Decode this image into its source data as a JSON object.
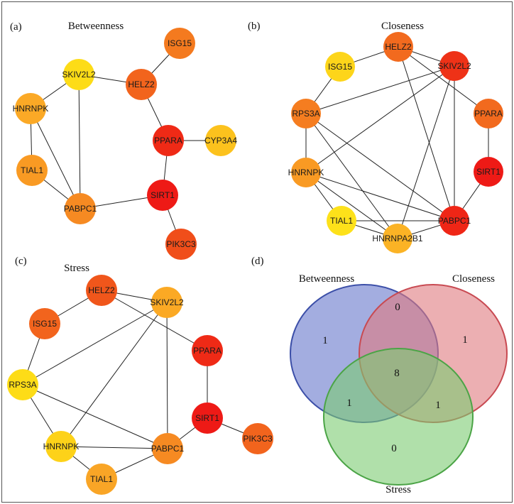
{
  "panels": [
    {
      "label": "(a)",
      "title": "Betweenness",
      "nodes": [
        {
          "id": "ISG15",
          "color": "#f47a1f"
        },
        {
          "id": "SKIV2L2",
          "color": "#fddc17"
        },
        {
          "id": "HELZ2",
          "color": "#f2641d"
        },
        {
          "id": "HNRNPK",
          "color": "#fba926"
        },
        {
          "id": "PPARA",
          "color": "#ef2a16"
        },
        {
          "id": "CYP3A4",
          "color": "#fcc21d"
        },
        {
          "id": "TIAL1",
          "color": "#f99a23"
        },
        {
          "id": "SIRT1",
          "color": "#ee1a16"
        },
        {
          "id": "PABPC1",
          "color": "#f68a22"
        },
        {
          "id": "PIK3C3",
          "color": "#f04e1a"
        }
      ],
      "edges": [
        [
          "ISG15",
          "HELZ2"
        ],
        [
          "SKIV2L2",
          "HELZ2"
        ],
        [
          "HELZ2",
          "PPARA"
        ],
        [
          "PPARA",
          "CYP3A4"
        ],
        [
          "PPARA",
          "SIRT1"
        ],
        [
          "SIRT1",
          "PABPC1"
        ],
        [
          "SIRT1",
          "PIK3C3"
        ],
        [
          "SKIV2L2",
          "HNRNPK"
        ],
        [
          "SKIV2L2",
          "PABPC1"
        ],
        [
          "HNRNPK",
          "TIAL1"
        ],
        [
          "HNRNPK",
          "PABPC1"
        ],
        [
          "TIAL1",
          "PABPC1"
        ]
      ]
    },
    {
      "label": "(b)",
      "title": "Closeness",
      "nodes": [
        {
          "id": "HELZ2",
          "color": "#f26a1e"
        },
        {
          "id": "SKIV2L2",
          "color": "#ee3217"
        },
        {
          "id": "ISG15",
          "color": "#fdd51a"
        },
        {
          "id": "PPARA",
          "color": "#f26a1e"
        },
        {
          "id": "RPS3A",
          "color": "#f57d20"
        },
        {
          "id": "SIRT1",
          "color": "#ee1a16"
        },
        {
          "id": "HNRNPK",
          "color": "#f99a23"
        },
        {
          "id": "TIAL1",
          "color": "#fde11a"
        },
        {
          "id": "PABPC1",
          "color": "#ef2616"
        },
        {
          "id": "HNRNPA2B1",
          "color": "#fbb325"
        }
      ],
      "edges": [
        [
          "ISG15",
          "HELZ2"
        ],
        [
          "ISG15",
          "RPS3A"
        ],
        [
          "HELZ2",
          "SKIV2L2"
        ],
        [
          "HELZ2",
          "PPARA"
        ],
        [
          "HELZ2",
          "PABPC1"
        ],
        [
          "SKIV2L2",
          "RPS3A"
        ],
        [
          "SKIV2L2",
          "HNRNPK"
        ],
        [
          "SKIV2L2",
          "PABPC1"
        ],
        [
          "SKIV2L2",
          "HNRNPA2B1"
        ],
        [
          "PPARA",
          "SIRT1"
        ],
        [
          "SIRT1",
          "PABPC1"
        ],
        [
          "RPS3A",
          "HNRNPK"
        ],
        [
          "RPS3A",
          "PABPC1"
        ],
        [
          "RPS3A",
          "HNRNPA2B1"
        ],
        [
          "HNRNPK",
          "TIAL1"
        ],
        [
          "HNRNPK",
          "PABPC1"
        ],
        [
          "HNRNPK",
          "HNRNPA2B1"
        ],
        [
          "TIAL1",
          "PABPC1"
        ],
        [
          "TIAL1",
          "HNRNPA2B1"
        ],
        [
          "HNRNPA2B1",
          "PABPC1"
        ]
      ]
    },
    {
      "label": "(c)",
      "title": "Stress",
      "nodes": [
        {
          "id": "HELZ2",
          "color": "#f0561b"
        },
        {
          "id": "SKIV2L2",
          "color": "#fba924"
        },
        {
          "id": "ISG15",
          "color": "#f2641d"
        },
        {
          "id": "PPARA",
          "color": "#ef2a16"
        },
        {
          "id": "RPS3A",
          "color": "#fddc17"
        },
        {
          "id": "SIRT1",
          "color": "#ee1a16"
        },
        {
          "id": "PIK3C3",
          "color": "#f2641d"
        },
        {
          "id": "HNRNPK",
          "color": "#fdd219"
        },
        {
          "id": "PABPC1",
          "color": "#f68a22"
        },
        {
          "id": "TIAL1",
          "color": "#f9a526"
        }
      ],
      "edges": [
        [
          "HELZ2",
          "ISG15"
        ],
        [
          "HELZ2",
          "SKIV2L2"
        ],
        [
          "HELZ2",
          "PPARA"
        ],
        [
          "ISG15",
          "RPS3A"
        ],
        [
          "SKIV2L2",
          "RPS3A"
        ],
        [
          "SKIV2L2",
          "HNRNPK"
        ],
        [
          "SKIV2L2",
          "PABPC1"
        ],
        [
          "PPARA",
          "SIRT1"
        ],
        [
          "SIRT1",
          "PIK3C3"
        ],
        [
          "SIRT1",
          "PABPC1"
        ],
        [
          "RPS3A",
          "HNRNPK"
        ],
        [
          "RPS3A",
          "PABPC1"
        ],
        [
          "HNRNPK",
          "TIAL1"
        ],
        [
          "HNRNPK",
          "PABPC1"
        ],
        [
          "TIAL1",
          "PABPC1"
        ]
      ]
    }
  ],
  "venn": {
    "label": "(d)",
    "sets": [
      {
        "name": "Betweenness",
        "fill": "#6677cc",
        "stroke": "#3c4fa8"
      },
      {
        "name": "Closeness",
        "fill": "#e07a7e",
        "stroke": "#c84a52"
      },
      {
        "name": "Stress",
        "fill": "#7ccc72",
        "stroke": "#4ba446"
      }
    ],
    "regions": {
      "betweenness_only": "1",
      "closeness_only": "1",
      "stress_only": "0",
      "betweenness_closeness": "0",
      "betweenness_stress": "1",
      "closeness_stress": "1",
      "all_three": "8"
    }
  }
}
